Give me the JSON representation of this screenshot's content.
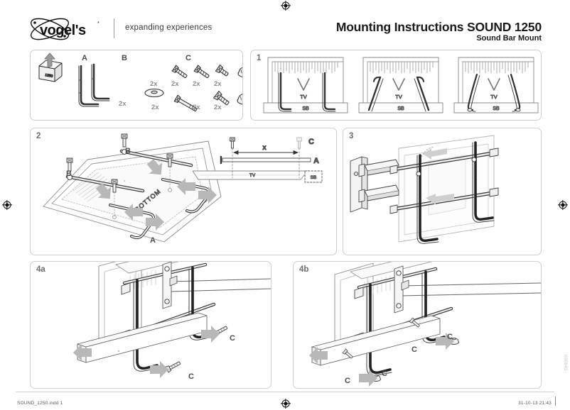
{
  "document": {
    "title_main": "Mounting Instructions SOUND 1250",
    "title_sub": "Sound Bar Mount",
    "brand": "vogel's",
    "tagline": "expanding experiences"
  },
  "parts_box": {
    "groups": [
      {
        "label": "A",
        "name": "l-bracket",
        "qty": ""
      },
      {
        "label": "B",
        "name": "washer",
        "qty": "2x"
      },
      {
        "label": "C",
        "name": "fasteners",
        "qty": ""
      }
    ],
    "quantities": {
      "washer": "2x",
      "screw_1": "2x",
      "screw_2": "2x",
      "screw_3": "2x",
      "nut_1": "2x",
      "bolt_long": "2x",
      "screw_4": "2x",
      "nut_2": "2x"
    }
  },
  "steps": {
    "step1": {
      "number": "1",
      "variants": [
        {
          "tv": "TV",
          "sb": "SB"
        },
        {
          "tv": "TV",
          "sb": "SB"
        },
        {
          "tv": "TV",
          "sb": "SB"
        }
      ]
    },
    "step2": {
      "number": "2",
      "labels": {
        "bracket_a_1": "A",
        "washer_b_1": "B",
        "washer_b_2": "B",
        "bottom": "BOTTOM"
      },
      "inset": {
        "dimension": "x",
        "screw_label": "C",
        "bracket_label": "A",
        "tv": "TV",
        "sb": "SB"
      }
    },
    "step3": {
      "number": "3"
    },
    "step4a": {
      "number": "4a",
      "labels": {
        "screw_left": "C",
        "screw_right": "C"
      }
    },
    "step4b": {
      "number": "4b",
      "labels": {
        "bolt_left": "C",
        "nut_left": "C",
        "bolt_right": "C",
        "nut_right": "C"
      }
    }
  },
  "footer": {
    "left": "SOUND_1250.indd   1",
    "right": "31-10-13   21:43",
    "side_code": "000645"
  }
}
